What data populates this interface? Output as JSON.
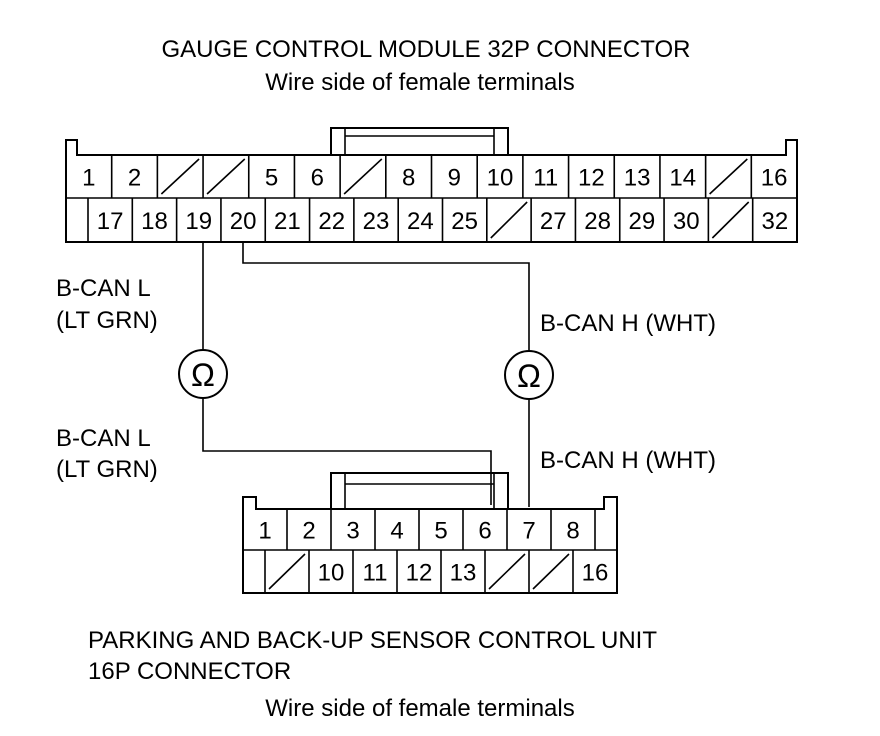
{
  "top_connector": {
    "title": "GAUGE CONTROL MODULE 32P CONNECTOR",
    "subtitle": "Wire side of female terminals",
    "row1": [
      "1",
      "2",
      "/",
      "/",
      "5",
      "6",
      "/",
      "8",
      "9",
      "10",
      "11",
      "12",
      "13",
      "14",
      "/",
      "16"
    ],
    "row2": [
      "17",
      "18",
      "19",
      "20",
      "21",
      "22",
      "23",
      "24",
      "25",
      "/",
      "27",
      "28",
      "29",
      "30",
      "/",
      "32"
    ]
  },
  "bottom_connector": {
    "title_line1": "PARKING AND BACK-UP SENSOR CONTROL UNIT",
    "title_line2": "16P CONNECTOR",
    "subtitle": "Wire side of female terminals",
    "row1": [
      "1",
      "2",
      "3",
      "4",
      "5",
      "6",
      "7",
      "8"
    ],
    "row2": [
      "/",
      "10",
      "11",
      "12",
      "13",
      "/",
      "/",
      "16"
    ]
  },
  "wires": {
    "can_l_upper_line1": "B-CAN L",
    "can_l_upper_line2": "(LT GRN)",
    "can_h_upper": "B-CAN H (WHT)",
    "can_l_lower_line1": "B-CAN L",
    "can_l_lower_line2": "(LT GRN)",
    "can_h_lower": "B-CAN H (WHT)"
  },
  "meters": {
    "left_symbol": "Ω",
    "right_symbol": "Ω"
  }
}
